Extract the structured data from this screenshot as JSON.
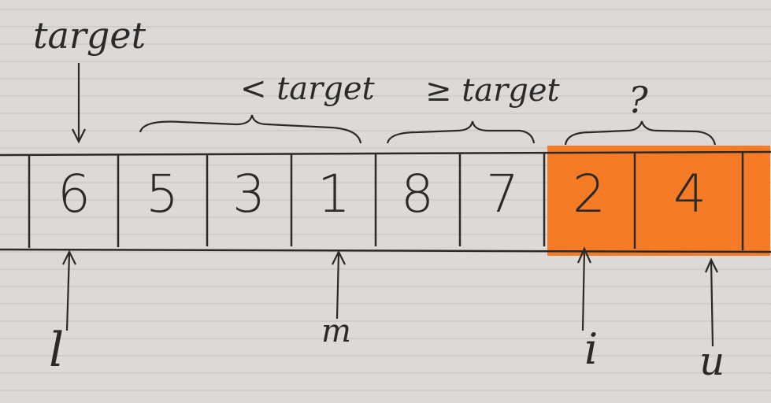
{
  "labels": {
    "target_top": "target",
    "less_than": "< target",
    "greater_eq": "≥ target",
    "unknown": "?"
  },
  "cells": [
    "6",
    "5",
    "3",
    "1",
    "8",
    "7",
    "2",
    "4"
  ],
  "pointers": {
    "l": "l",
    "m": "m",
    "i": "i",
    "u": "u"
  },
  "highlight_color": "#f7761e"
}
